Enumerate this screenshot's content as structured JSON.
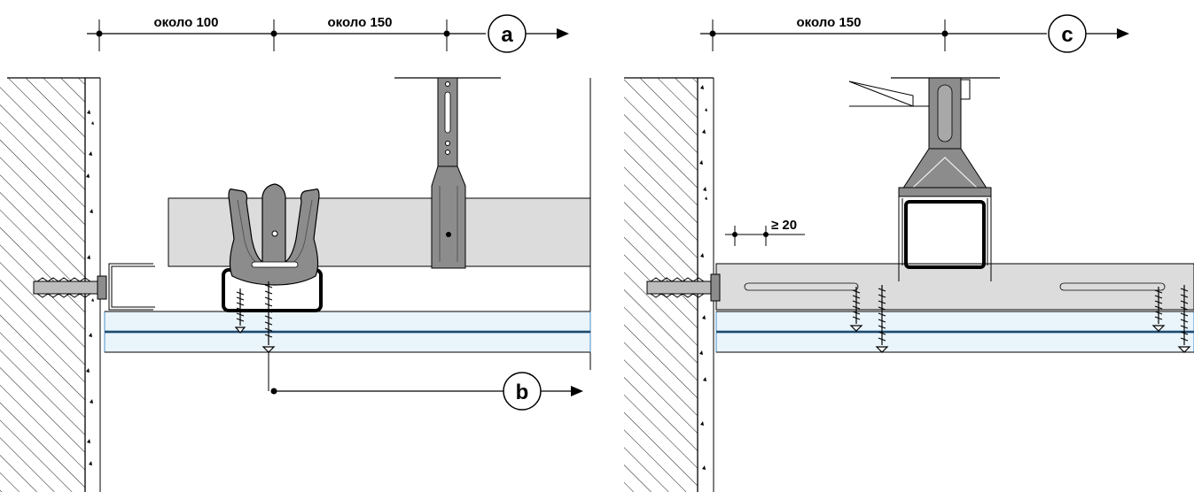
{
  "detail_a": {
    "dim_left": "около 100",
    "dim_right": "около 150",
    "marker_a": "a",
    "marker_b": "b"
  },
  "detail_c": {
    "dim_top": "около 150",
    "marker_c": "c",
    "gap_label": "≥ 20"
  },
  "colors": {
    "profile_fill": "#dcdcdc",
    "board_fill": "#eaf4fb",
    "board_stroke": "#4a90c8",
    "metal_fill": "#8c8c8c",
    "line": "#000000"
  }
}
